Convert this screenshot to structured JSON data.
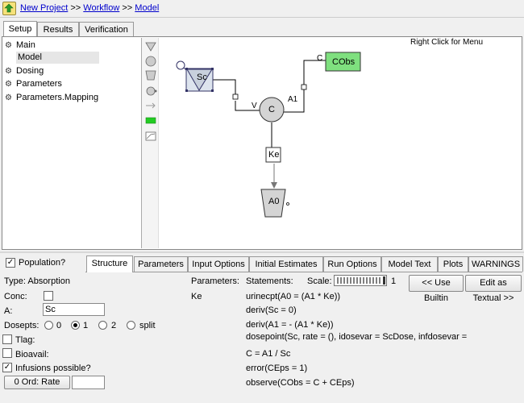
{
  "breadcrumb": {
    "items": [
      "New Project",
      "Workflow",
      "Model"
    ],
    "separator": ">>"
  },
  "main_tabs": [
    "Setup",
    "Results",
    "Verification"
  ],
  "tree": {
    "items": [
      "Main",
      "Model",
      "Dosing",
      "Parameters",
      "Parameters.Mapping"
    ]
  },
  "canvas": {
    "hint": "Right Click for Menu",
    "nodes": {
      "sc": "Sc",
      "c": "C",
      "cobs": "CObs",
      "ke": "Ke",
      "a0": "A0"
    },
    "port_labels": {
      "v": "V",
      "a1": "A1",
      "c": "C"
    }
  },
  "population": {
    "label": "Population?",
    "checked": true
  },
  "bottom_tabs": [
    "Structure",
    "Parameters",
    "Input Options",
    "Initial Estimates",
    "Run Options",
    "Model Text",
    "Plots",
    "WARNINGS"
  ],
  "structure": {
    "type_label": "Type: Absorption",
    "conc_label": "Conc:",
    "a_label": "A:",
    "a_value": "Sc",
    "dosepts_label": "Dosepts:",
    "dosepts_options": [
      "0",
      "1",
      "2",
      "split"
    ],
    "dosepts_selected": "1",
    "tlag_label": "Tlag:",
    "bioavail_label": "Bioavail:",
    "infusions_label": "Infusions possible?",
    "infusions_checked": true,
    "rate_button": "0 Ord: Rate",
    "rate_value": ""
  },
  "parameters_header": "Parameters:",
  "parameters": [
    "Ke"
  ],
  "statements_header": "Statements:",
  "statements": [
    "urinecpt(A0 = (A1 * Ke))",
    "deriv(Sc = 0)",
    "deriv(A1 = - (A1 * Ke))",
    "dosepoint(Sc, rate = (), idosevar = ScDose, infdosevar =",
    "C = A1 / Sc",
    "error(CEps = 1)",
    "observe(CObs = C + CEps)"
  ],
  "scale": {
    "label": "Scale:",
    "value": "1"
  },
  "buttons": {
    "use_builtin": "<< Use Builtin",
    "edit_as_textual": "Edit as Textual >>"
  },
  "colors": {
    "observation_node": "#7fe07f",
    "compartment_node": "#d4d4d4",
    "link": "#0000cc",
    "toolbar_green": "#22cc22"
  }
}
